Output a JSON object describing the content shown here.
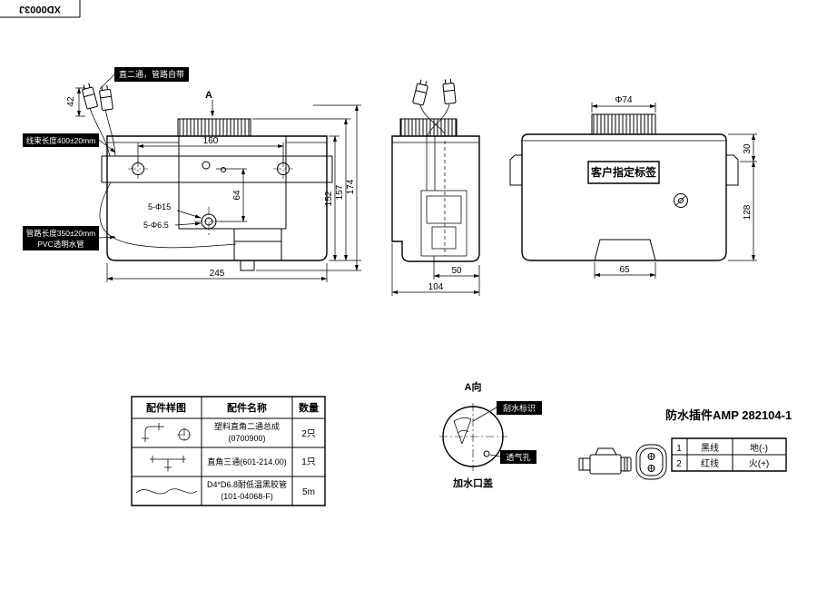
{
  "colors": {
    "line": "#000000",
    "background": "#ffffff",
    "label_bg": "#000000",
    "label_text": "#ffffff"
  },
  "title_block": {
    "code": "XD0003J"
  },
  "front_view": {
    "fitting_label": "直二通，管路自带",
    "harness_label": "线束长度400±20mm",
    "pipe_label_line1": "管路长度350±20mm",
    "pipe_label_line2": "PVC透明水管",
    "view_marker": "A",
    "dims": {
      "d42": "42",
      "d160": "160",
      "d64": "64",
      "d152": "152",
      "d157": "157",
      "d174": "174",
      "d245": "245",
      "holes_large": "5-Φ15",
      "holes_small": "5-Φ6.5"
    }
  },
  "side_view": {
    "dims": {
      "d50": "50",
      "d104": "104"
    }
  },
  "rear_view": {
    "customer_label": "客户指定标签",
    "dims": {
      "d74": "Φ74",
      "d30": "30",
      "d128": "128",
      "d65": "65"
    }
  },
  "parts_table": {
    "headers": [
      "配件样图",
      "配件名称",
      "数量"
    ],
    "rows": [
      {
        "name_line1": "塑料直角二通总成",
        "name_line2": "(0700900)",
        "qty": "2只"
      },
      {
        "name_line1": "直角三通(601-214.00)",
        "name_line2": "",
        "qty": "1只"
      },
      {
        "name_line1": "D4*D6.8耐低温黑胶管",
        "name_line2": "(101-04068-F)",
        "qty": "5m"
      }
    ]
  },
  "view_a": {
    "title": "A向",
    "wiper_label": "刮水标识",
    "vent_label": "透气孔",
    "cap_label": "加水口盖"
  },
  "connector": {
    "title": "防水插件AMP 282104-1",
    "pins": [
      {
        "no": "1",
        "wire": "黑线",
        "polarity": "地(-)"
      },
      {
        "no": "2",
        "wire": "红线",
        "polarity": "火(+)"
      }
    ]
  }
}
